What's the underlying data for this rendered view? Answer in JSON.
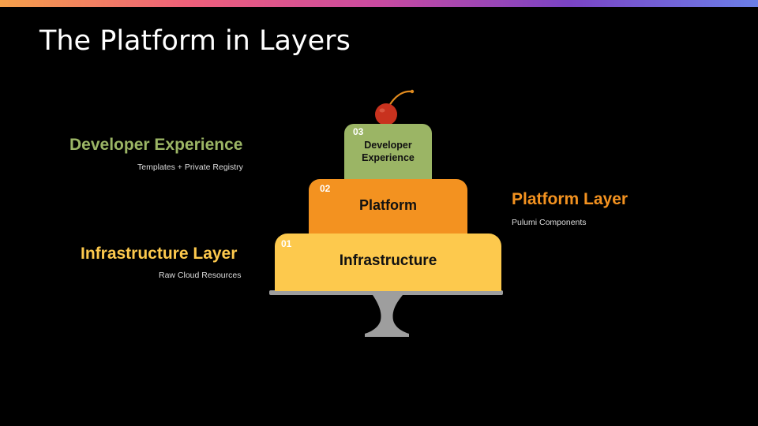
{
  "slide": {
    "title": "The Platform in Layers"
  },
  "colors": {
    "developer": "#9bb565",
    "platform": "#f39220",
    "infrastructure": "#fdc94d",
    "stand": "#9e9e9e",
    "cherry": "#c8321e"
  },
  "annotations": {
    "developer": {
      "title": "Developer Experience",
      "subtitle": "Templates + Private Registry"
    },
    "platform": {
      "title": "Platform Layer",
      "subtitle": "Pulumi Components"
    },
    "infrastructure": {
      "title": "Infrastructure Layer",
      "subtitle": "Raw Cloud Resources"
    }
  },
  "cake": {
    "tiers": [
      {
        "number": "03",
        "line1": "Developer",
        "line2": "Experience"
      },
      {
        "number": "02",
        "label": "Platform"
      },
      {
        "number": "01",
        "label": "Infrastructure"
      }
    ]
  }
}
